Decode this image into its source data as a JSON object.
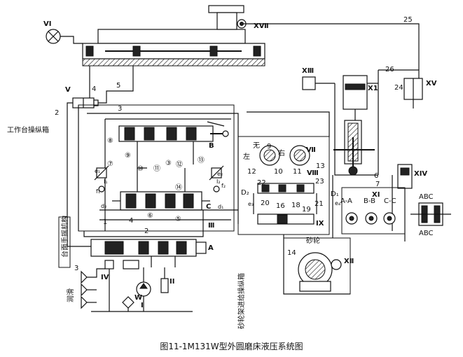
{
  "caption": "图11-1M131W型外圆磨床液压系统图",
  "labels": {
    "VI": "VI",
    "XVII": "XⅦ",
    "n25": "25",
    "V": "V",
    "n4": "4",
    "n5": "5",
    "n2a": "2",
    "n3a": "3",
    "XIII": "XⅢ",
    "X1": "X1",
    "n26": "26",
    "XV": "XV",
    "n24": "24",
    "work_table_console": "工作台操纵箱",
    "c8": "⑧",
    "c9": "⑨",
    "c7": "⑦",
    "c10": "⑩",
    "c11": "⑪",
    "c12": "⑫",
    "c13": "⑬",
    "c14": "⑭",
    "c5": "⑤",
    "c6": "⑥",
    "c3": "③",
    "B": "B",
    "wu": "无",
    "n9": "9",
    "zuo": "左",
    "you": "右",
    "VII": "Ⅶ",
    "n12": "12",
    "n10": "10",
    "n11": "11",
    "VIII": "Ⅷ",
    "n13": "13",
    "n6": "6",
    "n7": "7",
    "XI": "XI",
    "XIV": "XIV",
    "e1": "e₁",
    "e2": "e₂",
    "f1": "f₁",
    "f2": "f₂",
    "I1": "I₁",
    "I2": "I₂",
    "d1": "d₁",
    "d2": "d₂",
    "C": "C",
    "D2": "D₂",
    "D1": "D₁",
    "e3": "e₃",
    "e4": "e₄",
    "n22": "22",
    "n23": "23",
    "n20": "20",
    "n16": "16",
    "n18": "18",
    "n21": "21",
    "n19": "19",
    "AA": "A-A",
    "BB": "B-B",
    "CC": "C-C",
    "ABC1": "ABC",
    "ABC2": "ABC",
    "n4b": "4",
    "n1": "1",
    "III": "Ⅲ",
    "IX": "IX",
    "n2b": "2",
    "A": "A",
    "table_handwheel": "台面手摇机构",
    "wheel_head_console": "砂轮架进给操纵箱",
    "grinding_wheel": "砂轮",
    "n14": "14",
    "XII": "XⅡ",
    "n3b": "3",
    "lubrication": "润滑",
    "IV": "IV",
    "W": "W",
    "II": "II",
    "I": "I"
  }
}
